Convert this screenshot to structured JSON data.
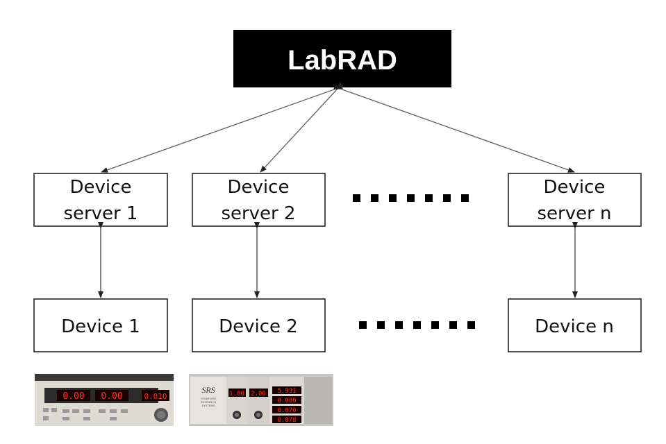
{
  "title": "LabRAD",
  "servers": [
    {
      "line1": "Device",
      "line2": "server 1"
    },
    {
      "line1": "Device",
      "line2": "server 2"
    },
    {
      "line1": "Device",
      "line2": "server n"
    }
  ],
  "devices": [
    "Device 1",
    "Device 2",
    "Device n"
  ],
  "photos": [
    {
      "name": "instrument-photo-1",
      "readouts": [
        "0.00",
        "0.00",
        "0.010"
      ]
    },
    {
      "name": "instrument-photo-2",
      "brand": "SRS",
      "brand_sub": [
        "STANFORD",
        "RESEARCH",
        "SYSTEMS"
      ],
      "readouts": [
        "1.00",
        "2.00",
        "5.931",
        "0.080",
        "0.076",
        "0.078"
      ]
    }
  ],
  "colors": {
    "title_bg": "#000000",
    "title_fg": "#ffffff",
    "readout": "#ff3322"
  }
}
